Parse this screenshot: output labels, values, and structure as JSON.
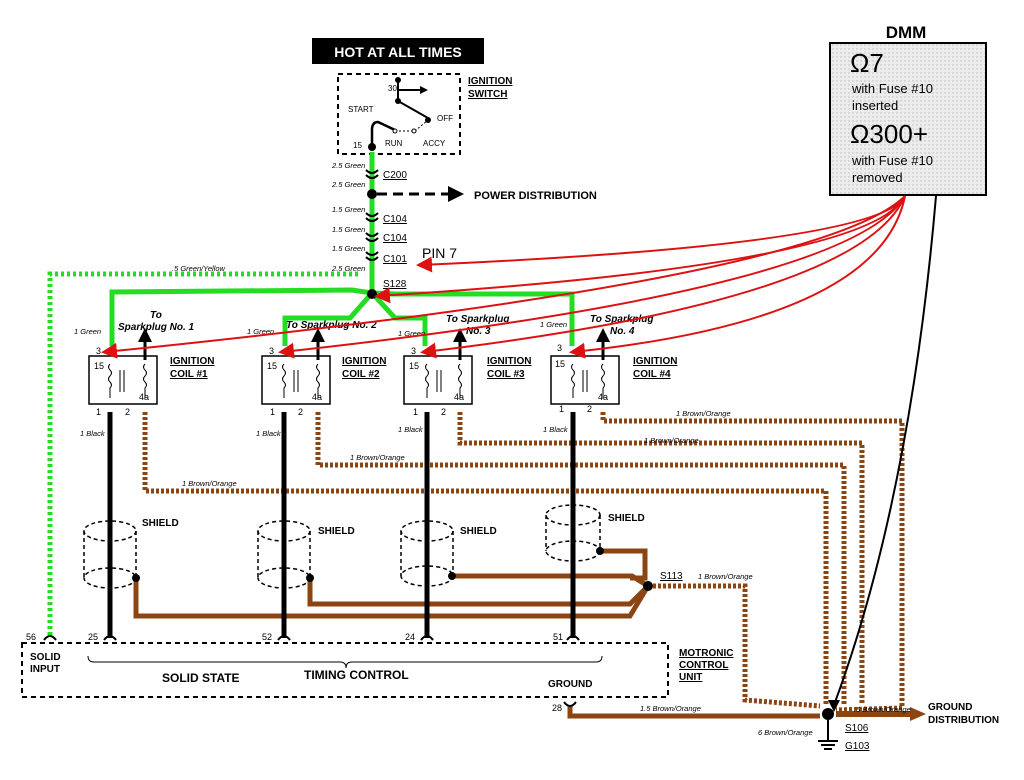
{
  "header": {
    "hot_at_all_times": "HOT AT ALL TIMES"
  },
  "ignition_switch": {
    "label_line1": "IGNITION",
    "label_line2": "SWITCH",
    "t30": "30",
    "start": "START",
    "off": "OFF",
    "run": "RUN",
    "accy": "ACCY",
    "t15": "15"
  },
  "power_bus": {
    "wire1": "2.5 Green",
    "c200": "C200",
    "wire2": "2.5 Green",
    "power_distribution": "POWER DISTRIBUTION",
    "wire3": "1.5 Green",
    "c104a": "C104",
    "wire4": "1.5 Green",
    "c104b": "C104",
    "wire5": "1.5 Green",
    "c101": "C101",
    "wire6": "2.5 Green",
    "s128": "S128",
    "pin7": "PIN 7"
  },
  "green_yellow_wire": ".5 Green/Yellow",
  "dmm": {
    "title": "DMM",
    "reading1": "Ω7",
    "note1_line1": "with Fuse #10",
    "note1_line2": "inserted",
    "reading2": "Ω300+",
    "note2_line1": "with Fuse #10",
    "note2_line2": "removed"
  },
  "coils": [
    {
      "name_line1": "IGNITION",
      "name_line2": "COIL #1",
      "feed": "1 Green",
      "to_line1": "To",
      "to_line2": "Sparkplug No. 1",
      "t3": "3",
      "t15": "15",
      "t1": "1",
      "t2": "2",
      "t4a": "4a",
      "black": "1 Black",
      "shield": "SHIELD",
      "ecu_pin": "25"
    },
    {
      "name_line1": "IGNITION",
      "name_line2": "COIL #2",
      "feed": "1 Green",
      "to_line1": "To Sparkplug No. 2",
      "to_line2": "",
      "t3": "3",
      "t15": "15",
      "t1": "1",
      "t2": "2",
      "t4a": "4a",
      "black": "1 Black",
      "shield": "SHIELD",
      "ecu_pin": "52"
    },
    {
      "name_line1": "IGNITION",
      "name_line2": "COIL #3",
      "feed": "1 Green",
      "to_line1": "To Sparkplug",
      "to_line2": "No. 3",
      "t3": "3",
      "t15": "15",
      "t1": "1",
      "t2": "2",
      "t4a": "4a",
      "black": "1 Black",
      "shield": "SHIELD",
      "ecu_pin": "24"
    },
    {
      "name_line1": "IGNITION",
      "name_line2": "COIL #4",
      "feed": "1 Green",
      "to_line1": "To Sparkplug",
      "to_line2": "No. 4",
      "t3": "3",
      "t15": "15",
      "t1": "1",
      "t2": "2",
      "t4a": "4a",
      "black": "1 Black",
      "shield": "SHIELD",
      "ecu_pin": "51"
    }
  ],
  "brown_wires": {
    "w1": "1 Brown/Orange",
    "w2": "1 Brown/Orange",
    "w3": "1 Brown/Orange",
    "w4": "1 Brown/Orange",
    "s113": "S113",
    "s113_wire": "1 Brown/Orange"
  },
  "ecu": {
    "solid_input_line1": "SOLID",
    "solid_input_line2": "INPUT",
    "pin56": "56",
    "solid_state": "SOLID STATE",
    "timing_control": "TIMING CONTROL",
    "ground": "GROUND",
    "pin28": "28",
    "name_line1": "MOTRONIC",
    "name_line2": "CONTROL",
    "name_line3": "UNIT"
  },
  "ground": {
    "w_15": "1.5 Brown/Orange",
    "w_6": "6 Brown/Orange",
    "w_05": ".5 Brown/Orange",
    "s106": "S106",
    "g103": "G103",
    "distribution_line1": "GROUND",
    "distribution_line2": "DISTRIBUTION"
  },
  "colors": {
    "green": "#22dd22",
    "brown": "#8b4513",
    "red": "#dd1111",
    "black": "#000000",
    "dmm_bg": "#e8e8e8"
  }
}
